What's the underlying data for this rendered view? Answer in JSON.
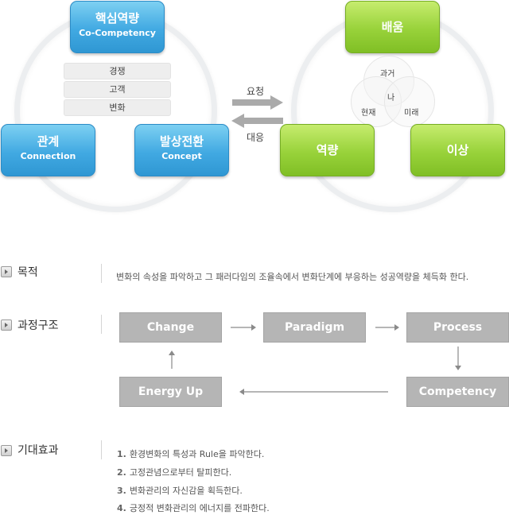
{
  "left_diagram": {
    "top_box": {
      "korean": "핵심역량",
      "english": "Co-Competency"
    },
    "left_box": {
      "korean": "관계",
      "english": "Connection"
    },
    "right_box": {
      "korean": "발상전환",
      "english": "Concept"
    },
    "items": [
      "경쟁",
      "고객",
      "변화"
    ]
  },
  "arrows": {
    "right_label": "요청",
    "left_label": "대응"
  },
  "right_diagram": {
    "top_box": "배움",
    "left_box": "역량",
    "right_box": "이상",
    "venn": {
      "top": "과거",
      "center": "나",
      "left": "현재",
      "right": "미래"
    }
  },
  "sections": {
    "purpose": {
      "title": "목적",
      "text": "변화의  속성을 파악하고 그 패러다임의 조율속에서 변화단계에 부응하는 성공역량을 체득화 한다."
    },
    "process": {
      "title": "과정구조",
      "steps": [
        "Change",
        "Paradigm",
        "Process",
        "Competency",
        "Energy Up"
      ]
    },
    "effects": {
      "title": "기대효과",
      "items": [
        {
          "num": "1.",
          "text": "환경변화의 특성과 Rule을 파악한다."
        },
        {
          "num": "2.",
          "text": "고정관념으로부터 탈피한다."
        },
        {
          "num": "3.",
          "text": "변화관리의 자신감을 획득한다."
        },
        {
          "num": "4.",
          "text": "긍정적 변화관리의 에너지를 전파한다."
        }
      ]
    }
  },
  "colors": {
    "blue": "#41a9e2",
    "green": "#98d23a",
    "gray_box": "#b5b5b5",
    "arrow_gray": "#a9a9a9"
  }
}
